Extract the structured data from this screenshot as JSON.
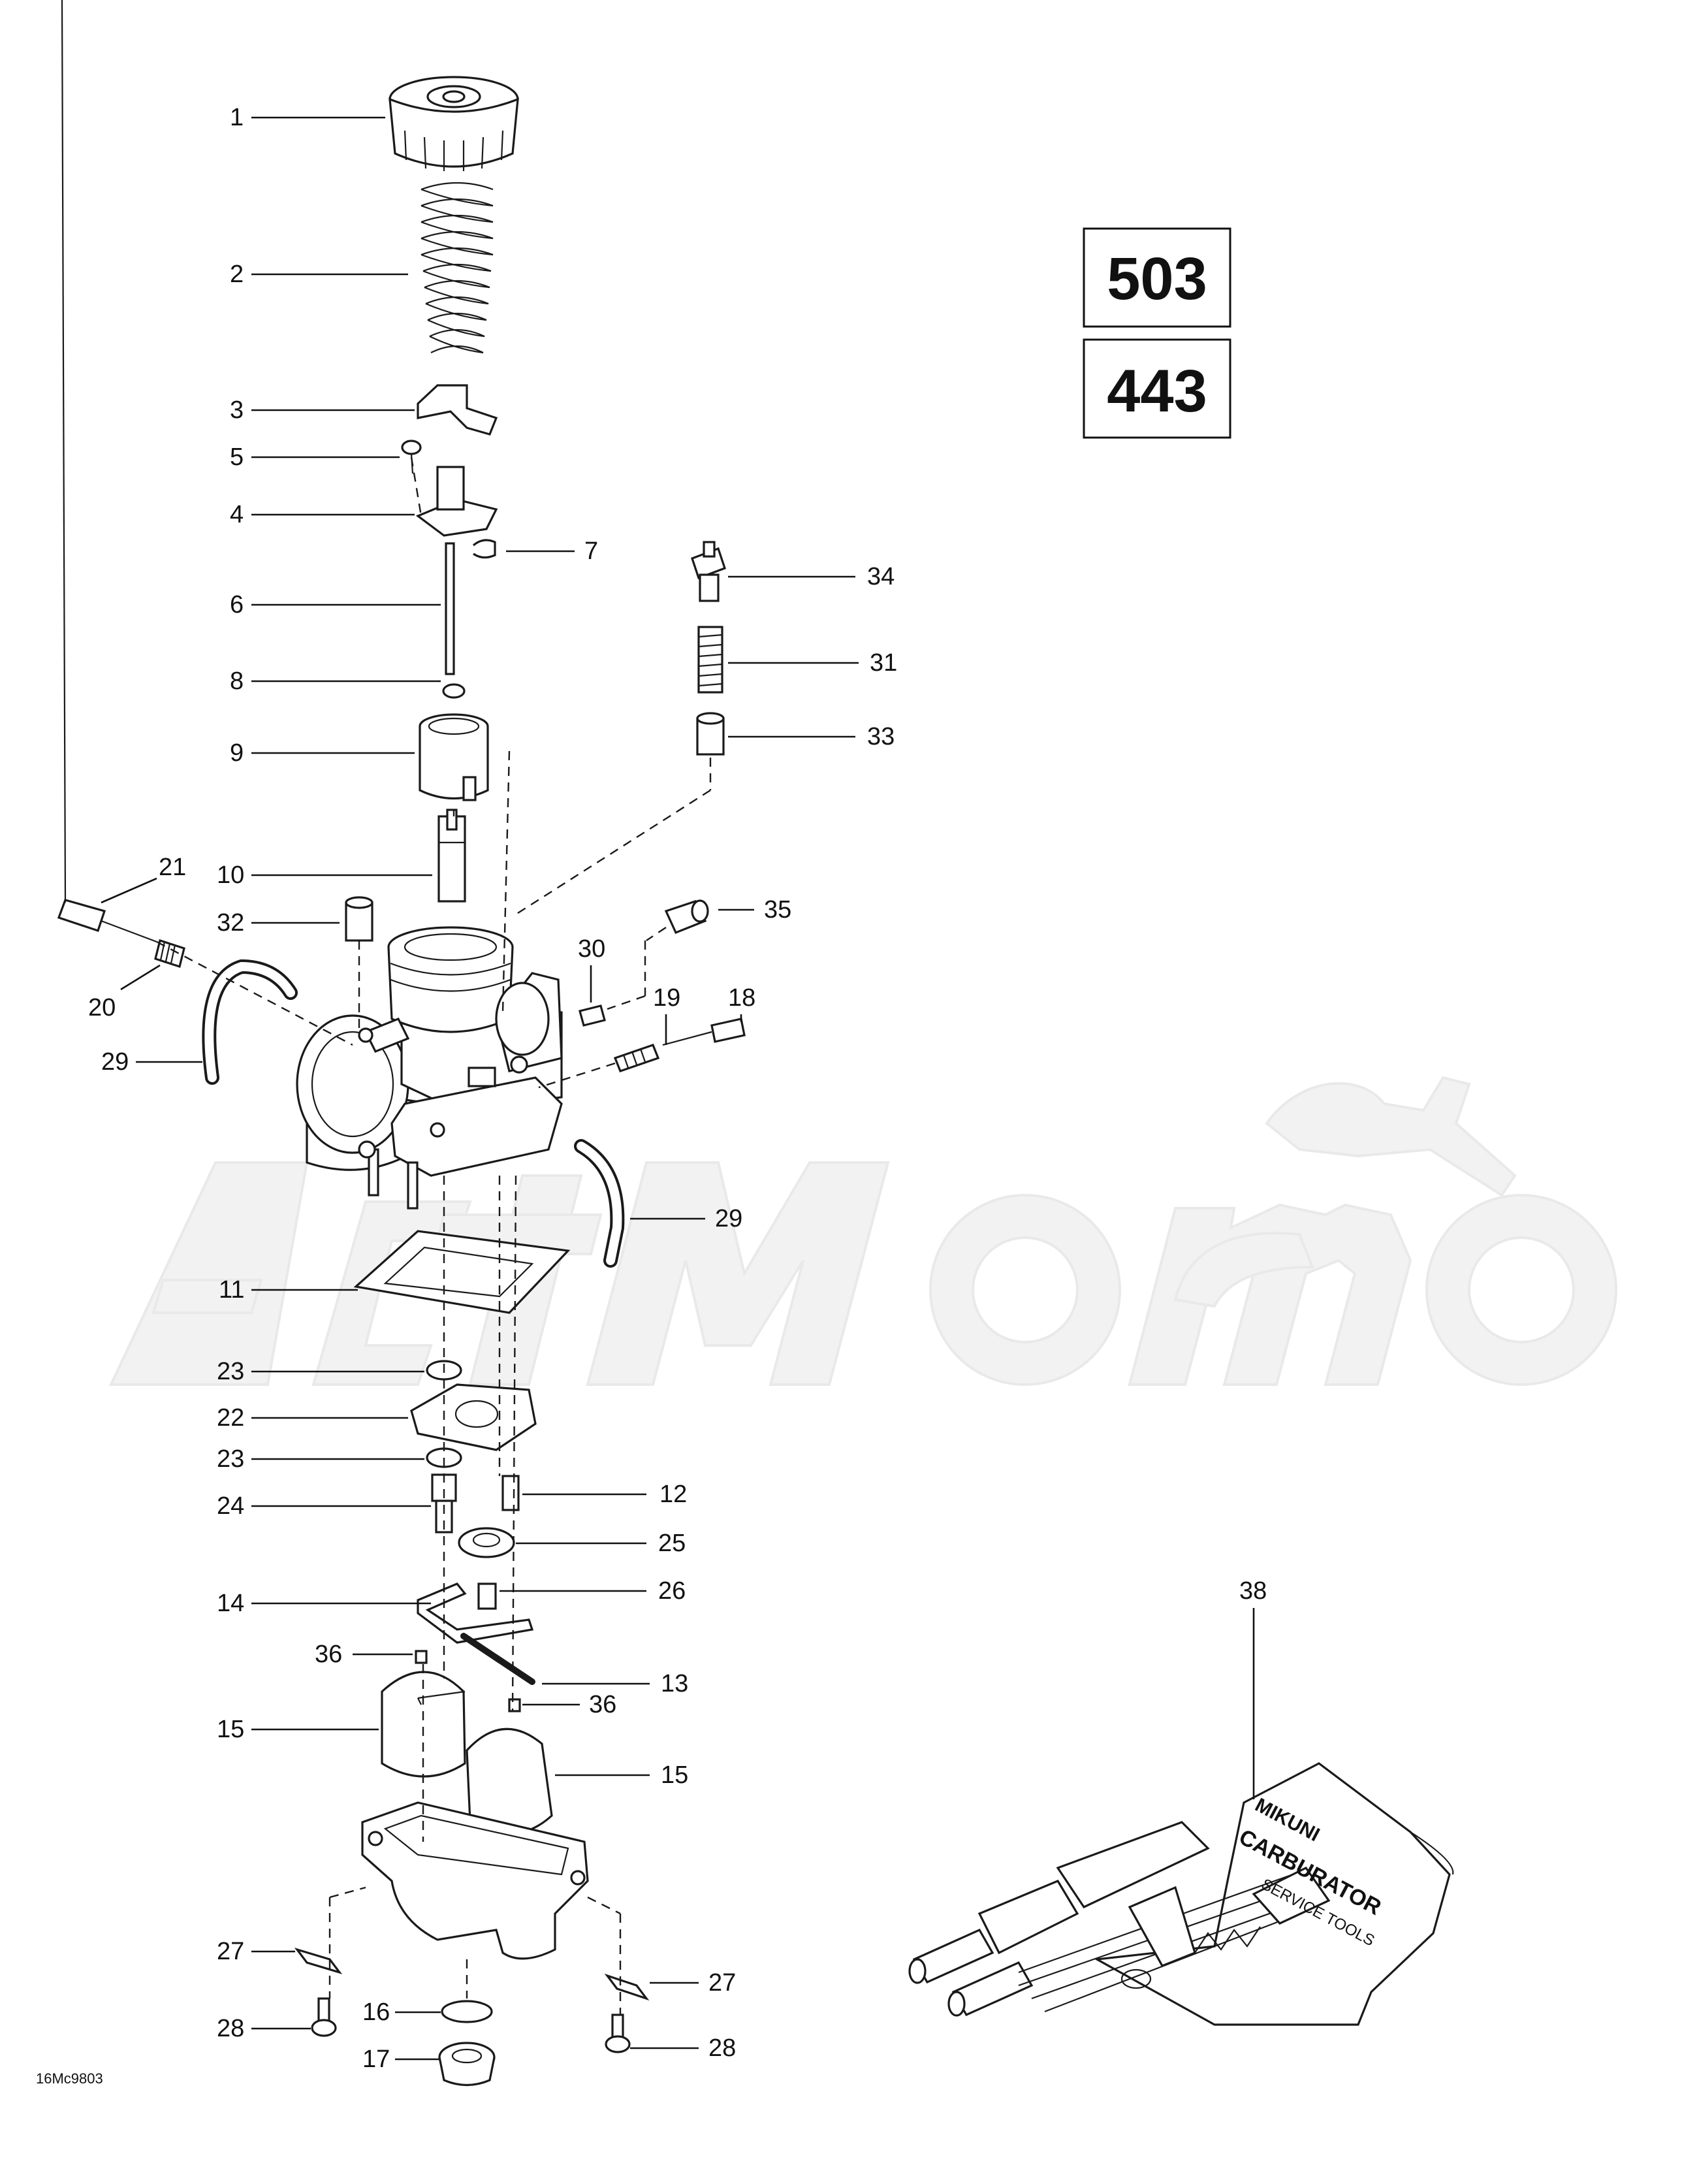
{
  "models": [
    "503",
    "443"
  ],
  "reference_code": "16Mc9803",
  "callouts": [
    "1",
    "2",
    "3",
    "4",
    "5",
    "6",
    "7",
    "8",
    "9",
    "10",
    "11",
    "12",
    "13",
    "14",
    "15",
    "15",
    "16",
    "17",
    "18",
    "19",
    "20",
    "21",
    "22",
    "23",
    "23",
    "24",
    "25",
    "26",
    "27",
    "27",
    "28",
    "28",
    "29",
    "29",
    "30",
    "31",
    "32",
    "33",
    "34",
    "35",
    "36",
    "36",
    "38"
  ],
  "tool_kit_label": [
    "MIKUNI",
    "CARBURATOR",
    "SERVICE TOOLS"
  ],
  "watermark": "ActiMoto"
}
